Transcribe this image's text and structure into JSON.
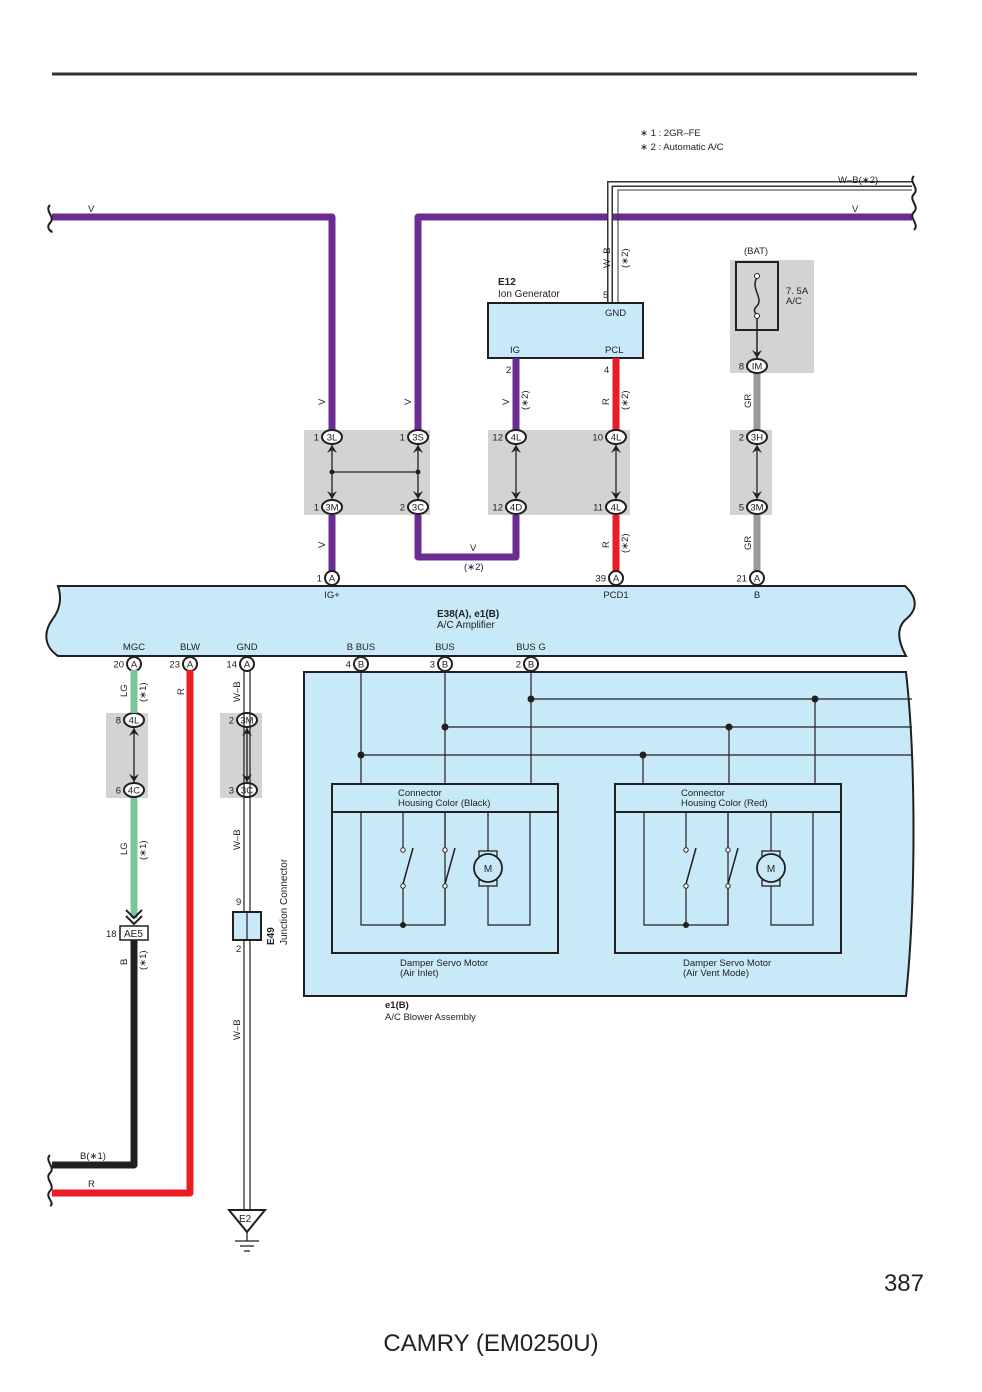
{
  "document": {
    "page_number": "387",
    "footer_title": "CAMRY (EM0250U)"
  },
  "notes": {
    "note1": "∗ 1 : 2GR–FE",
    "note2": "∗ 2 : Automatic A/C"
  },
  "colors": {
    "violet": "#6b2c91",
    "red": "#ec1c24",
    "gray_wire": "#999999",
    "light_green": "#7dc49b",
    "black": "#231f20",
    "component_fill": "#c8e9f8",
    "junction_fill": "#d3d3d3"
  },
  "wires": {
    "top_left_v": "V",
    "top_right_v": "V",
    "top_wb": "W–B(∗2)",
    "wb_e12": "W–B",
    "wb_e12_note": "(∗2)",
    "v_left_upper": "V",
    "v_mid_upper": "V",
    "v_ig_upper": "V",
    "v_ig_note": "(∗2)",
    "r_pcl_upper": "R",
    "r_pcl_upper_note": "(∗2)",
    "gr_upper": "GR",
    "v_left_lower": "V",
    "v_loop": "V",
    "v_loop_note": "(∗2)",
    "r_pcd_lower": "R",
    "r_pcd_lower_note": "(∗2)",
    "gr_lower": "GR",
    "lg_upper": "LG",
    "lg_upper_note": "(∗1)",
    "lg_lower": "LG",
    "lg_lower_note": "(∗1)",
    "b_lower": "B",
    "b_lower_note": "(∗1)",
    "r_blw": "R",
    "wb_gnd_upper": "W–B",
    "wb_gnd_mid": "W–B",
    "wb_gnd_lower": "W–B",
    "bottom_b": "B(∗1)",
    "bottom_r": "R"
  },
  "components": {
    "e12": {
      "code": "E12",
      "name": "Ion Generator",
      "pins": {
        "gnd": "GND",
        "gnd_no": "5",
        "ig": "IG",
        "ig_no": "2",
        "pcl": "PCL",
        "pcl_no": "4"
      }
    },
    "fuse": {
      "source": "(BAT)",
      "rating": "7. 5A",
      "name": "A/C",
      "connector_pin": "8",
      "connector": "IM"
    },
    "amplifier": {
      "code": "E38(A), e1(B)",
      "name": "A/C Amplifier",
      "top_pins": [
        {
          "no": "1",
          "conn": "A",
          "label": "IG+"
        },
        {
          "no": "39",
          "conn": "A",
          "label": "PCD1"
        },
        {
          "no": "21",
          "conn": "A",
          "label": "B"
        }
      ],
      "bottom_pins": [
        {
          "no": "20",
          "conn": "A",
          "label": "MGC"
        },
        {
          "no": "23",
          "conn": "A",
          "label": "BLW"
        },
        {
          "no": "14",
          "conn": "A",
          "label": "GND"
        },
        {
          "no": "4",
          "conn": "B",
          "label": "B BUS"
        },
        {
          "no": "3",
          "conn": "B",
          "label": "BUS"
        },
        {
          "no": "2",
          "conn": "B",
          "label": "BUS G"
        }
      ]
    },
    "blower": {
      "code": "e1(B)",
      "name": "A/C Blower Assembly",
      "servo_inlet": {
        "connector_l1": "Connector",
        "connector_l2": "Housing Color (Black)",
        "name_l1": "Damper Servo Motor",
        "name_l2": "(Air Inlet)",
        "motor": "M"
      },
      "servo_vent": {
        "connector_l1": "Connector",
        "connector_l2": "Housing Color (Red)",
        "name_l1": "Damper Servo Motor",
        "name_l2": "(Air Vent Mode)",
        "motor": "M"
      }
    },
    "e49": {
      "code": "E49",
      "name": "Junction Connector",
      "pin_top": "9",
      "pin_bottom": "2"
    },
    "ae5": {
      "pin": "18",
      "code": "AE5"
    },
    "ground": {
      "code": "E2"
    }
  },
  "junctions": {
    "j1": {
      "top_no": "1",
      "top": "3L",
      "bot_no": "1",
      "bot": "3M"
    },
    "j2": {
      "top_no": "1",
      "top": "3S",
      "bot_no": "2",
      "bot": "3C"
    },
    "j3": {
      "top_no": "12",
      "top": "4L",
      "bot_no": "12",
      "bot": "4D"
    },
    "j4": {
      "top_no": "10",
      "top": "4L",
      "bot_no": "11",
      "bot": "4L"
    },
    "j5": {
      "top_no": "2",
      "top": "3H",
      "bot_no": "5",
      "bot": "3M"
    },
    "j6": {
      "top_no": "8",
      "top": "4L",
      "bot_no": "6",
      "bot": "4C"
    },
    "j7": {
      "top_no": "2",
      "top": "3M",
      "bot_no": "3",
      "bot": "3C"
    }
  }
}
